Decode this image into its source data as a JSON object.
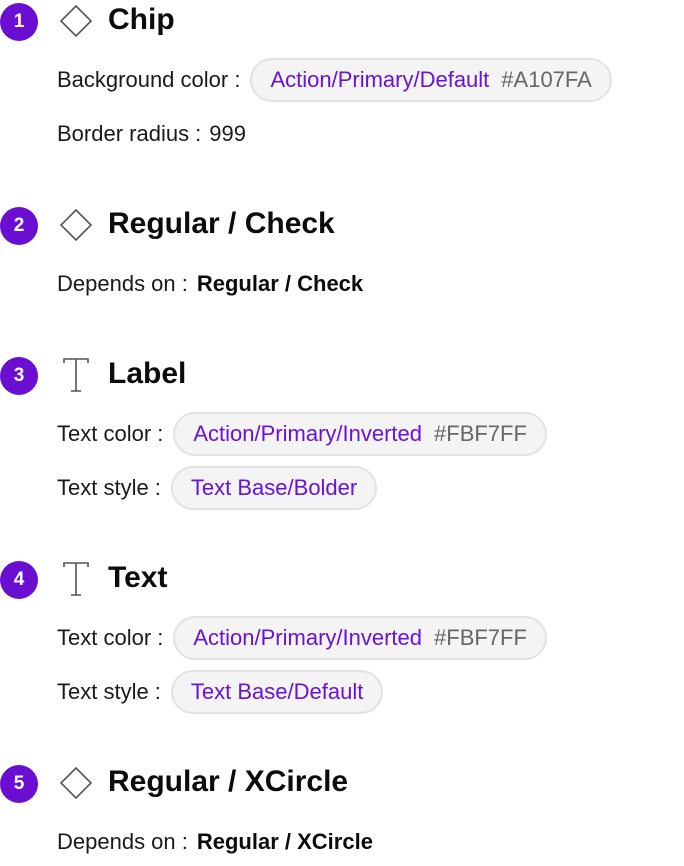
{
  "sections": [
    {
      "number": "1",
      "icon": "diamond-icon",
      "title": "Chip",
      "rows": [
        {
          "label": "Background color :",
          "token": "Action/Primary/Default",
          "hex": "#A107FA"
        },
        {
          "label": "Border radius :",
          "value": "999"
        }
      ]
    },
    {
      "number": "2",
      "icon": "diamond-icon",
      "title": "Regular / Check",
      "rows": [
        {
          "label": "Depends on :",
          "value": "Regular / Check"
        }
      ]
    },
    {
      "number": "3",
      "icon": "text-icon",
      "title": "Label",
      "rows": [
        {
          "label": "Text color :",
          "token": "Action/Primary/Inverted",
          "hex": "#FBF7FF"
        },
        {
          "label": "Text style :",
          "token": "Text Base/Bolder"
        }
      ]
    },
    {
      "number": "4",
      "icon": "text-icon",
      "title": "Text",
      "rows": [
        {
          "label": "Text color :",
          "token": "Action/Primary/Inverted",
          "hex": "#FBF7FF"
        },
        {
          "label": "Text style :",
          "token": "Text Base/Default"
        }
      ]
    },
    {
      "number": "5",
      "icon": "diamond-icon",
      "title": "Regular / XCircle",
      "rows": [
        {
          "label": "Depends on :",
          "value": "Regular / XCircle"
        }
      ]
    }
  ],
  "colors": {
    "badge": "#6A0FD1",
    "token_text": "#6A12D6",
    "hex_text": "#666666",
    "pill_bg": "#F4F4F4",
    "pill_border": "#E2E2E2"
  }
}
